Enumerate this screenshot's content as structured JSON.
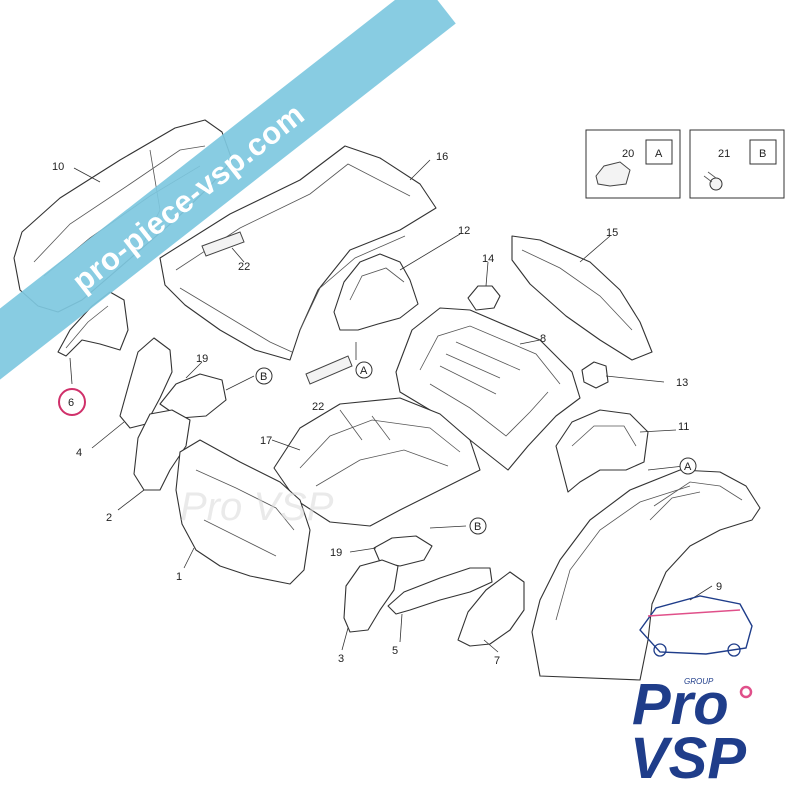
{
  "watermark_banner": "pro-piece-vsp.com",
  "watermark_center": "Pro VSP",
  "labels": {
    "p1": "1",
    "p2": "2",
    "p3": "3",
    "p4": "4",
    "p5": "5",
    "p6": "6",
    "p7": "7",
    "p8": "8",
    "p9": "9",
    "p10": "10",
    "p11": "11",
    "p12": "12",
    "p13": "13",
    "p14": "14",
    "p15": "15",
    "p16": "16",
    "p17": "17",
    "p19a": "19",
    "p19b": "19",
    "p20": "20",
    "p21": "21",
    "p22a": "22",
    "p22b": "22"
  },
  "callouts": {
    "a1": "A",
    "a2": "A",
    "a3": "A",
    "b1": "B",
    "b2": "B",
    "b3": "B"
  },
  "logo": {
    "group": "GROUP",
    "line1": "Pro",
    "line2": "VSP"
  },
  "colors": {
    "banner": "#7ec8e0",
    "highlight": "#d0306a",
    "brand": "#1f3d8a",
    "logo_accent": "#e0508a"
  }
}
